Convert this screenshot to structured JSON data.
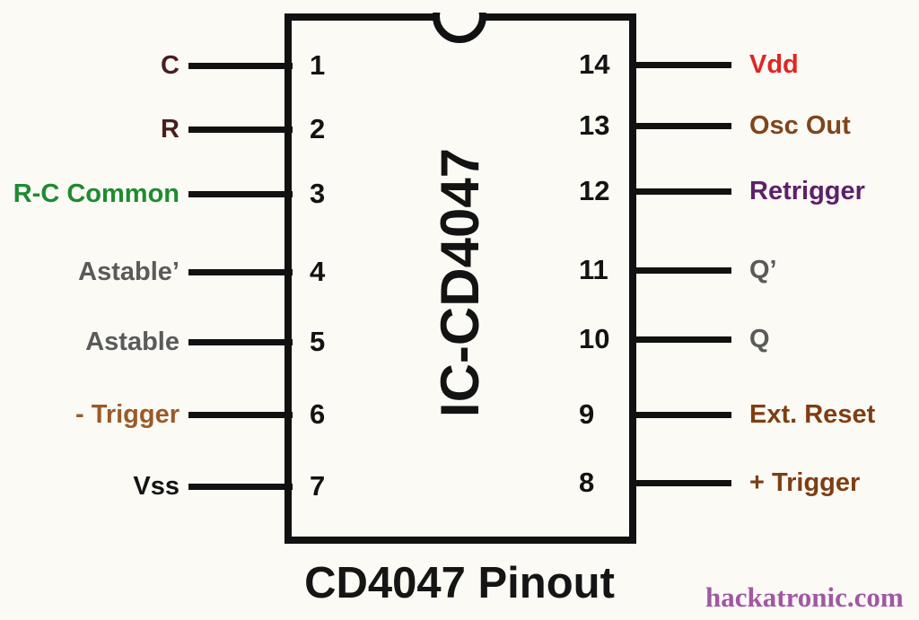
{
  "page": {
    "background": "#fbfaf5",
    "line_color": "#111111"
  },
  "ic": {
    "name": "IC-CD4047",
    "caption": "CD4047 Pinout"
  },
  "watermark": {
    "text": "hackatronic.com",
    "color": "#a157a4"
  },
  "pins": {
    "left": [
      {
        "num": "1",
        "label": "C",
        "color": "#4a1e1e"
      },
      {
        "num": "2",
        "label": "R",
        "color": "#4a1e1e"
      },
      {
        "num": "3",
        "label": "R-C Common",
        "color": "#1e8b30"
      },
      {
        "num": "4",
        "label": "Astable’",
        "color": "#5a5a5a"
      },
      {
        "num": "5",
        "label": "Astable",
        "color": "#5a5a5a"
      },
      {
        "num": "6",
        "label": "- Trigger",
        "color": "#9a5a28"
      },
      {
        "num": "7",
        "label": "Vss",
        "color": "#141414"
      }
    ],
    "right": [
      {
        "num": "14",
        "label": "Vdd",
        "color": "#e12525"
      },
      {
        "num": "13",
        "label": "Osc Out",
        "color": "#80451c"
      },
      {
        "num": "12",
        "label": "Retrigger",
        "color": "#5e2069"
      },
      {
        "num": "11",
        "label": "Q’",
        "color": "#5a5a5a"
      },
      {
        "num": "10",
        "label": "Q",
        "color": "#5a5a5a"
      },
      {
        "num": "9",
        "label": "Ext. Reset",
        "color": "#7e3e12"
      },
      {
        "num": "8",
        "label": "+ Trigger",
        "color": "#7e3e12"
      }
    ]
  }
}
